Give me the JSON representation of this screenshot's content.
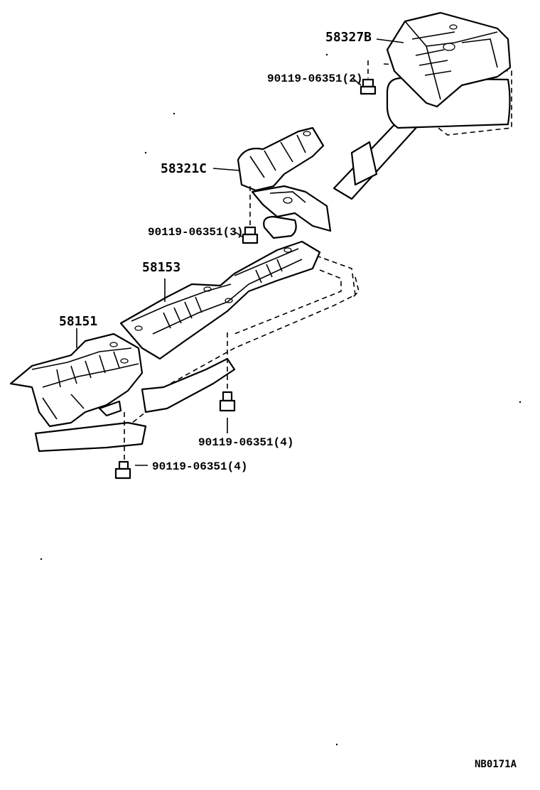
{
  "diagram": {
    "labels": {
      "p58327B": "58327B",
      "bolt_top": "90119-06351(2)",
      "p58321C": "58321C",
      "bolt_mid": "90119-06351(3)",
      "p58153": "58153",
      "p58151": "58151",
      "bolt_right": "90119-06351(4)",
      "bolt_left": "90119-06351(4)",
      "code": "NB0171A"
    }
  }
}
